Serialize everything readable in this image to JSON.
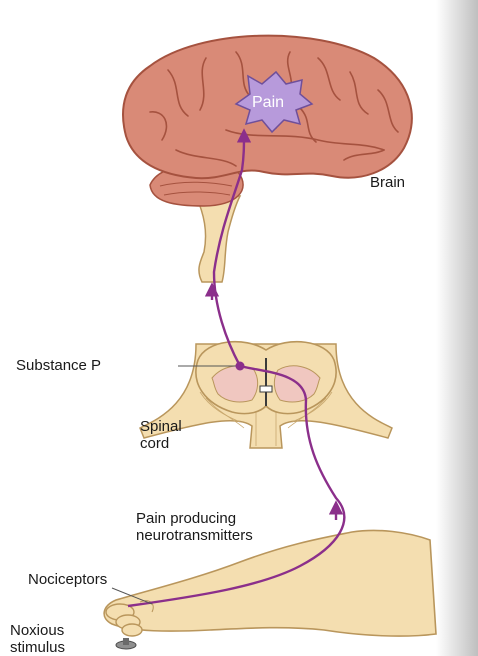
{
  "labels": {
    "pain": "Pain",
    "brain": "Brain",
    "substance_p": "Substance P",
    "spinal_cord_line1": "Spinal",
    "spinal_cord_line2": "cord",
    "neurotransmitters_line1": "Pain producing",
    "neurotransmitters_line2": "neurotransmitters",
    "nociceptors": "Nociceptors",
    "noxious_line1": "Noxious",
    "noxious_line2": "stimulus"
  },
  "colors": {
    "brain_fill": "#d98a77",
    "brain_stroke": "#a5523f",
    "tissue_fill": "#f4deb0",
    "tissue_stroke": "#b9965c",
    "pathway": "#8b2f8b",
    "pain_burst": "#b79adb",
    "page_shadow": "#d9d9d9"
  }
}
